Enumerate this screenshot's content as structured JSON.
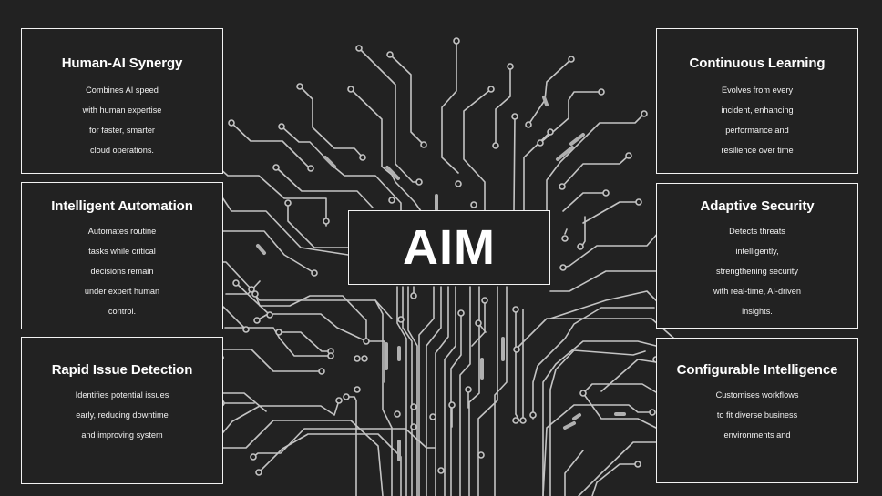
{
  "center": {
    "label": "AIM"
  },
  "cards": [
    {
      "id": "human-ai-synergy",
      "title": "Human-AI Synergy",
      "lines": [
        "Combines AI speed",
        "with human expertise",
        "for faster, smarter",
        "cloud operations."
      ]
    },
    {
      "id": "intelligent-automation",
      "title": "Intelligent Automation",
      "lines": [
        "Automates routine",
        "tasks while critical",
        "decisions remain",
        "under expert human",
        "control."
      ]
    },
    {
      "id": "rapid-issue-detection",
      "title": "Rapid Issue Detection",
      "lines": [
        "Identifies potential issues",
        "early, reducing downtime",
        "and improving system"
      ]
    },
    {
      "id": "continuous-learning",
      "title": "Continuous Learning",
      "lines": [
        "Evolves from every",
        "incident, enhancing",
        "performance and",
        "resilience over time"
      ]
    },
    {
      "id": "adaptive-security",
      "title": "Adaptive Security",
      "lines": [
        "Detects threats",
        "intelligently,",
        "strengthening security",
        "with real-time, AI-driven",
        "insights."
      ]
    },
    {
      "id": "configurable-intelligence",
      "title": "Configurable Intelligence",
      "lines": [
        "Customises workflows",
        "to fit diverse business",
        "environments and"
      ]
    }
  ],
  "colors": {
    "background": "#222222",
    "trace": "#c8c8c8",
    "border": "#f2f2f2",
    "text": "#ffffff"
  }
}
